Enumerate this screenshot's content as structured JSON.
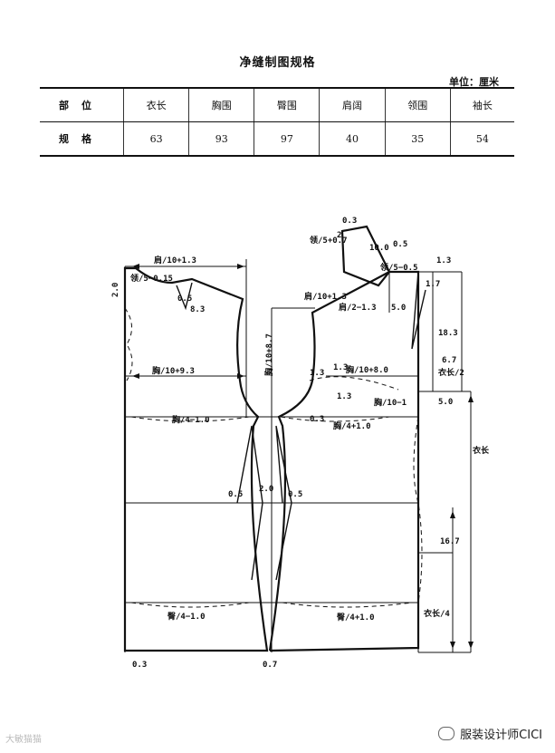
{
  "title": "净缝制图规格",
  "unit": "单位：厘米",
  "spec_table": {
    "header_label": "部位",
    "row_label": "规格",
    "columns": [
      "衣长",
      "胸围",
      "臀围",
      "肩阔",
      "领围",
      "袖长"
    ],
    "values": [
      "63",
      "93",
      "97",
      "40",
      "35",
      "54"
    ]
  },
  "labels": {
    "shoulder_back": "肩/10+1.3",
    "back_neck_width": "领/5−0.15",
    "back_neck_top": "2.0",
    "back_chest": "胸/10+9.3",
    "back_chest_quarter": "胸/4−1.0",
    "back_hip_quarter": "臀/4−1.0",
    "dart_05": "0.5",
    "dart_83": "8.3",
    "dart_left_05": "0.5",
    "waist_20": "2.0",
    "dart_right_05": "0.5",
    "armhole_depth": "胸/10+8.7",
    "front_chest": "胸/10+8.0",
    "front_chest_quarter": "胸/4+1.0",
    "front_chest_minus": "胸/10−1",
    "front_shoulder": "肩/2−1.3",
    "front_shoulder_width": "肩/10+1.3",
    "front_neck": "领/5+0.7",
    "front_hip_quarter": "臀/4+1.0",
    "front_03": "0.3",
    "val_13a": "1.3",
    "val_13b": "1.3",
    "val_13c": "1.3",
    "collar_10": "10.0",
    "collar_05": "0.5",
    "collar_03": "0.3",
    "collar_2": "2",
    "collar_17": "1.7",
    "collar_13": "1.3",
    "collar_neck5": "领/5−0.5",
    "collar_5": "5.0",
    "front_183": "18.3",
    "front_67": "6.7",
    "half_length": "衣长/2",
    "front_50": "5.0",
    "total_length": "衣长",
    "front_167": "16.7",
    "quarter_length": "衣长/4",
    "bottom_left": "0.3",
    "bottom_center": "0.7"
  },
  "watermark_left": "大敏猫猫",
  "watermark_right": "服装设计师CICI"
}
